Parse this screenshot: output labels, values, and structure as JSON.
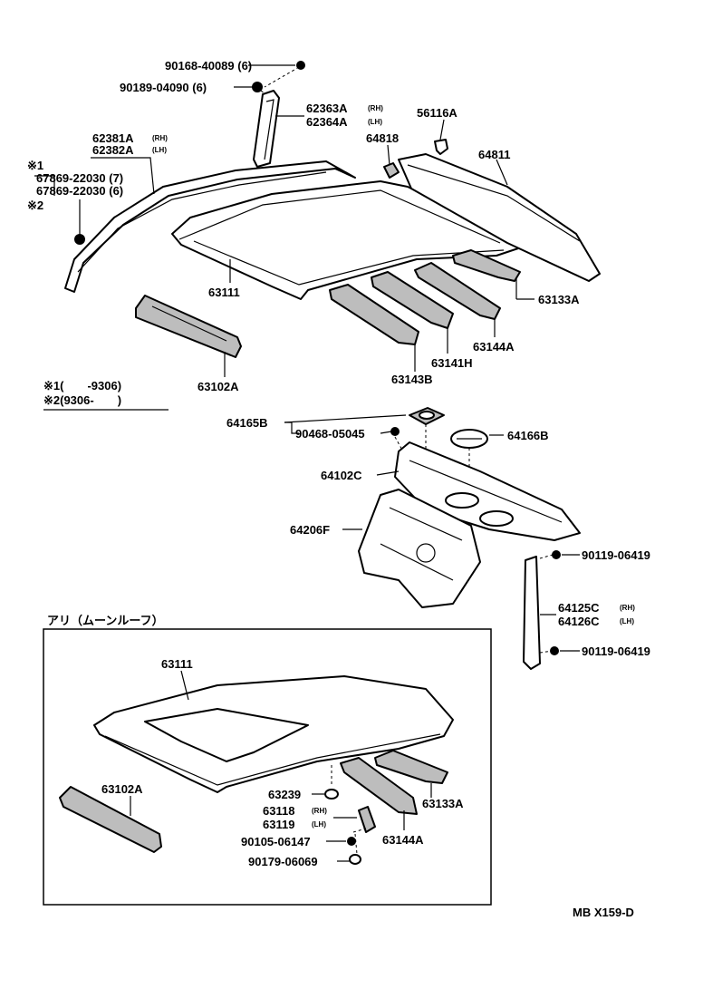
{
  "labels": {
    "p90168": "90168-40089 (6)",
    "p90189": "90189-04090 (6)",
    "p62363": "62363A",
    "p62363_side": "(RH)",
    "p62364": "62364A",
    "p62364_side": "(LH)",
    "p56116": "56116A",
    "p64818": "64818",
    "p64811": "64811",
    "p62381": "62381A",
    "p62381_side": "(RH)",
    "p62382": "62382A",
    "p62382_side": "(LH)",
    "note1_mark": "※1",
    "p67869a": "67869-22030 (7)",
    "p67869b": "67869-22030 (6)",
    "note2_mark": "※2",
    "p63111": "63111",
    "p63133": "63133A",
    "p63144": "63144A",
    "p63141": "63141H",
    "p63143": "63143B",
    "p63102": "63102A",
    "legend1": "※1(　　-9306)",
    "legend2": "※2(9306-　　)",
    "p64165": "64165B",
    "p90468": "90468-05045",
    "p64166": "64166B",
    "p64102": "64102C",
    "p64206": "64206F",
    "p90119a": "90119-06419",
    "p64125": "64125C",
    "p64125_side": "(RH)",
    "p64126": "64126C",
    "p64126_side": "(LH)",
    "p90119b": "90119-06419",
    "moonroof_title": "アリ（ムーンルーフ）",
    "m63111": "63111",
    "m63102": "63102A",
    "m63239": "63239",
    "m63118": "63118",
    "m63118_side": "(RH)",
    "m63119": "63119",
    "m63119_side": "(LH)",
    "m63133": "63133A",
    "m90105": "90105-06147",
    "m63144": "63144A",
    "m90179": "90179-06069",
    "figure_id": "MB  X159-D"
  }
}
